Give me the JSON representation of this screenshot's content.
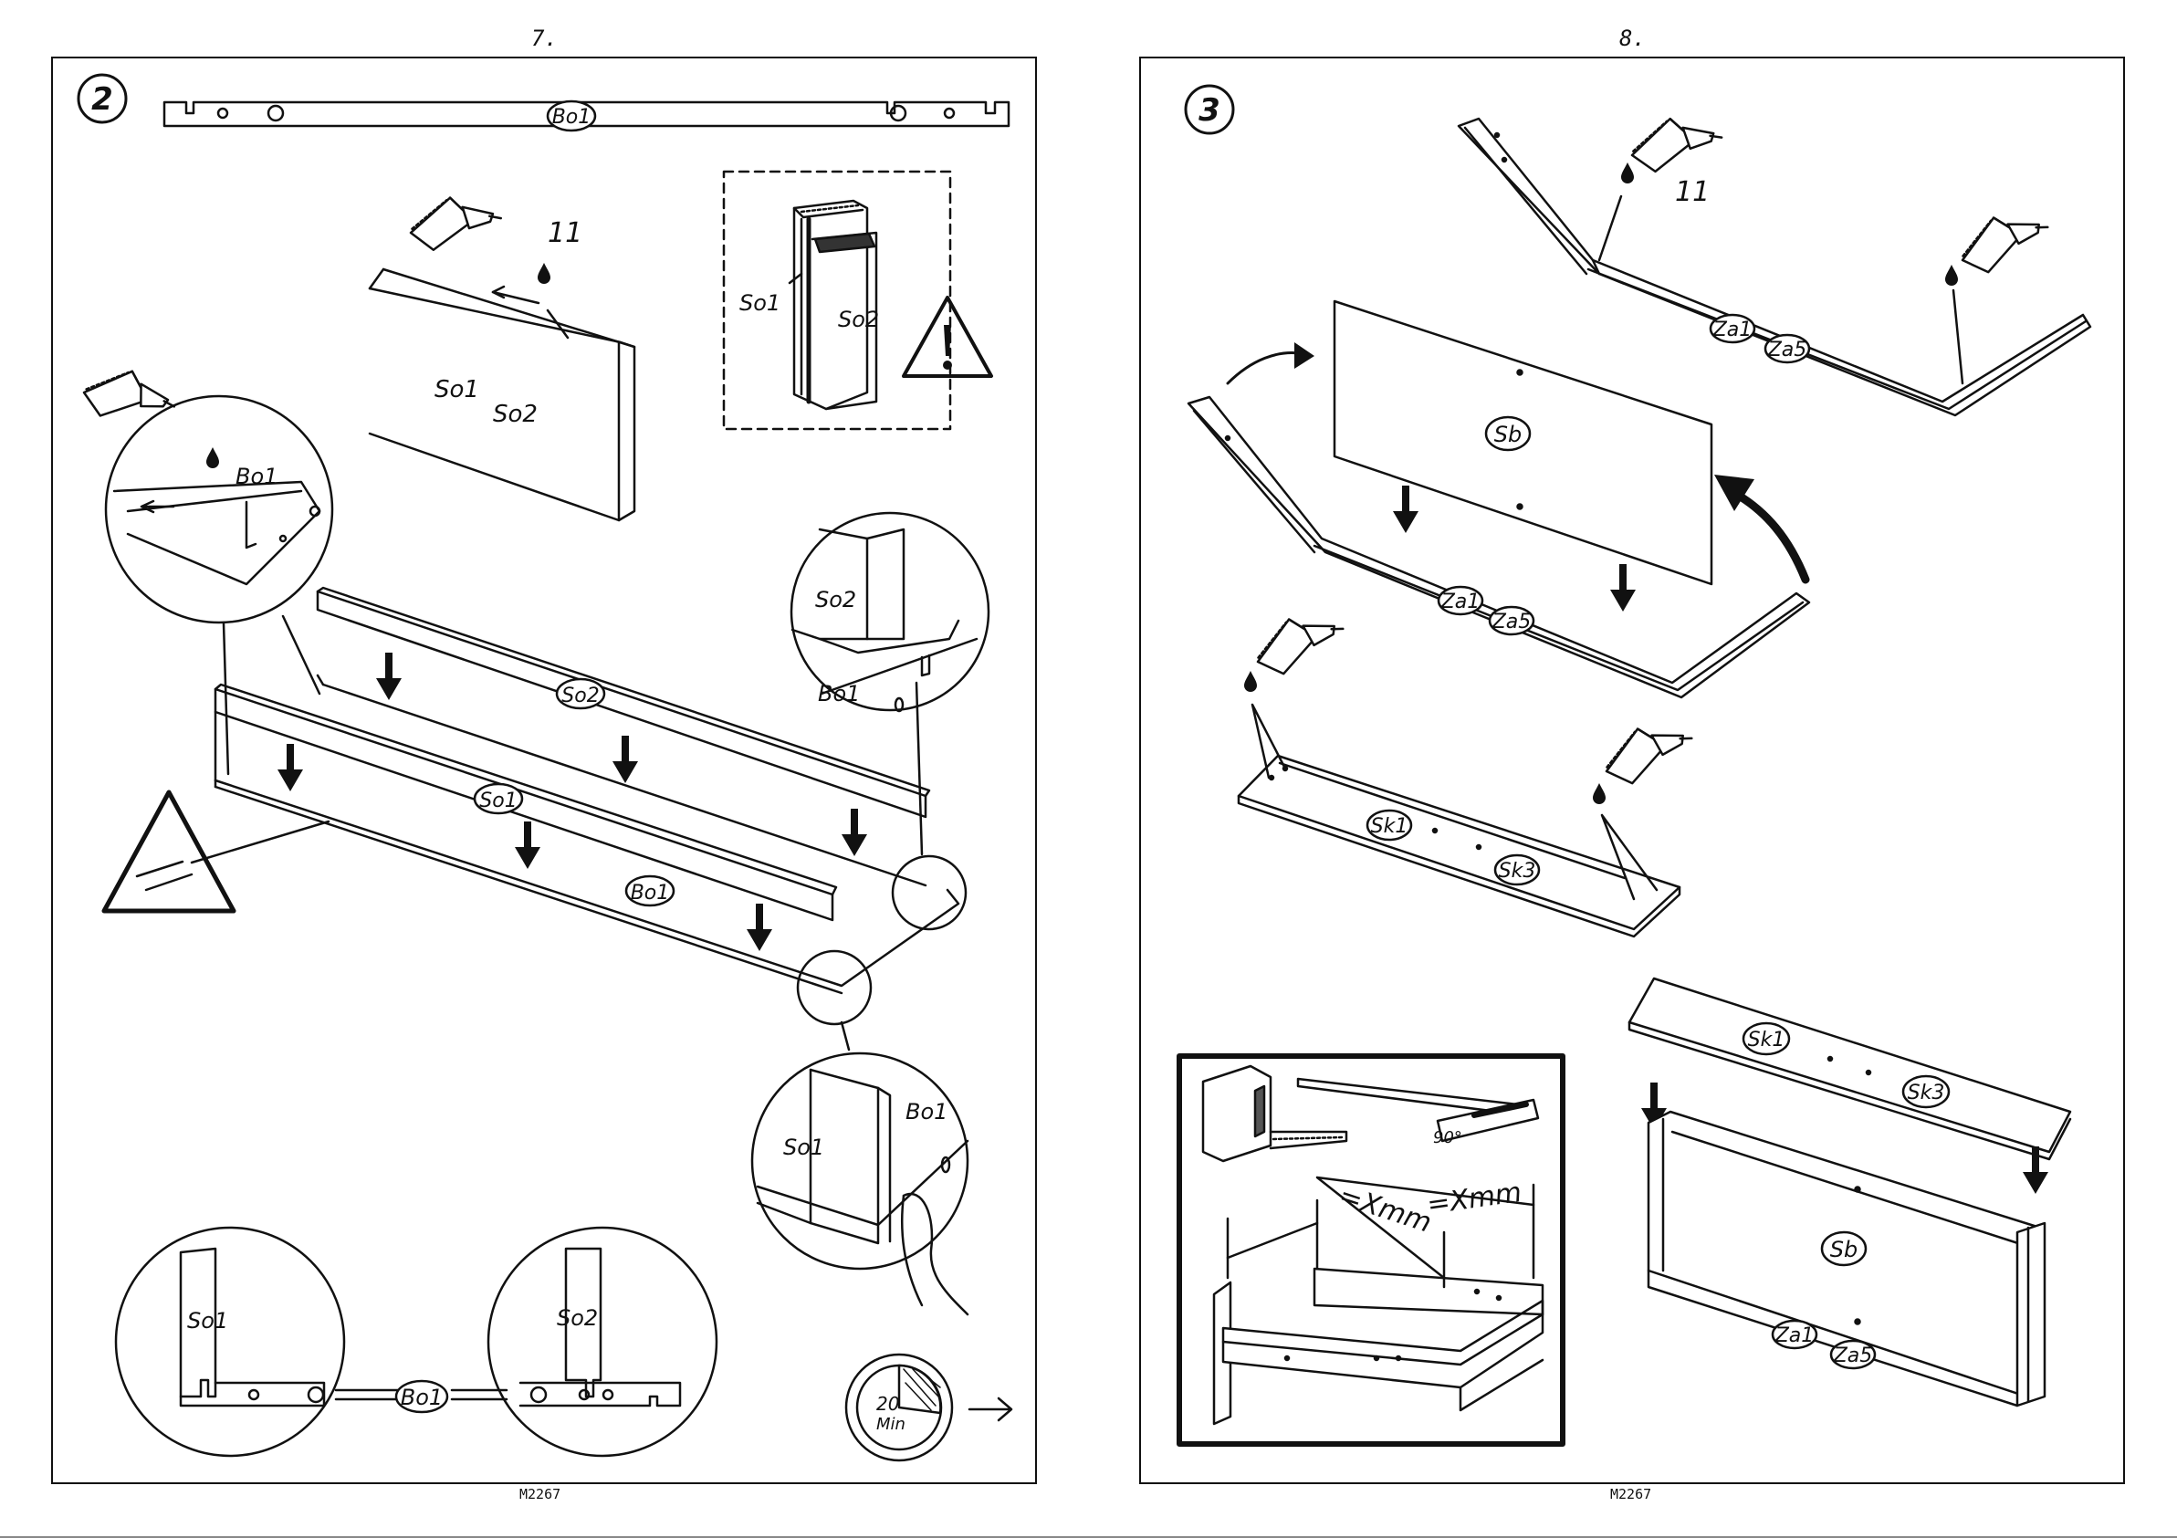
{
  "pages": [
    {
      "page_number": "7.",
      "step": "2",
      "footer": "M2267",
      "labels": {
        "top_rail": "Bo1",
        "glue_qty": "11",
        "stack_a": "So1",
        "stack_b": "So2",
        "detail_left": "Bo1",
        "box_a": "So1",
        "box_b": "So2",
        "right_circle_a": "So2",
        "right_circle_b": "Bo1",
        "main_so2": "So2",
        "main_so1": "So1",
        "main_bo1": "Bo1",
        "zoom_bo1": "Bo1",
        "zoom_so1": "So1",
        "bottom_so1": "So1",
        "bottom_so2": "So2",
        "bottom_bo1": "Bo1",
        "timer_value": "20",
        "timer_unit": "Min"
      }
    },
    {
      "page_number": "8.",
      "step": "3",
      "footer": "M2267",
      "labels": {
        "glue_qty": "11",
        "top_za1": "Za1",
        "top_za5": "Za5",
        "panel_sb": "Sb",
        "mid_za1": "Za1",
        "mid_za5": "Za5",
        "base_sk1": "Sk1",
        "base_sk3": "Sk3",
        "inset_angle": "90°",
        "inset_x1": "=Xmm",
        "inset_x2": "=Xmm",
        "asm_sk1": "Sk1",
        "asm_sk3": "Sk3",
        "asm_sb": "Sb",
        "asm_za1": "Za1",
        "asm_za5": "Za5"
      }
    }
  ],
  "icons": [
    "glue-tube-icon",
    "warning-triangle-icon",
    "down-arrow-icon",
    "timer-icon",
    "next-arrow-icon",
    "tape-measure-icon",
    "square-ruler-icon"
  ]
}
